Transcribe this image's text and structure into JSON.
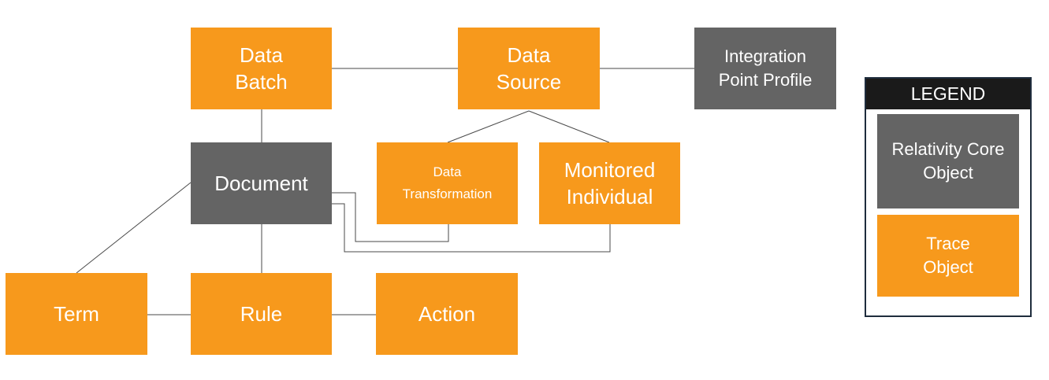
{
  "colors": {
    "trace_object": "#f7991c",
    "core_object": "#646464",
    "legend_header": "#1a1a1a",
    "connector": "#4a4a4a"
  },
  "nodes": {
    "data_batch": {
      "lines": [
        "Data",
        "Batch"
      ],
      "kind": "trace"
    },
    "data_source": {
      "lines": [
        "Data",
        "Source"
      ],
      "kind": "trace"
    },
    "integration_point": {
      "lines": [
        "Integration",
        "Point Profile"
      ],
      "kind": "core"
    },
    "document": {
      "lines": [
        "Document"
      ],
      "kind": "core"
    },
    "data_transformation": {
      "lines": [
        "Data",
        "Transformation"
      ],
      "kind": "trace"
    },
    "monitored_individual": {
      "lines": [
        "Monitored",
        "Individual"
      ],
      "kind": "trace"
    },
    "term": {
      "lines": [
        "Term"
      ],
      "kind": "trace"
    },
    "rule": {
      "lines": [
        "Rule"
      ],
      "kind": "trace"
    },
    "action": {
      "lines": [
        "Action"
      ],
      "kind": "trace"
    }
  },
  "connections": [
    [
      "data_batch",
      "data_source"
    ],
    [
      "data_source",
      "integration_point"
    ],
    [
      "data_batch",
      "document"
    ],
    [
      "data_source",
      "data_transformation"
    ],
    [
      "data_source",
      "monitored_individual"
    ],
    [
      "document",
      "data_transformation"
    ],
    [
      "document",
      "monitored_individual"
    ],
    [
      "document",
      "term"
    ],
    [
      "document",
      "rule"
    ],
    [
      "term",
      "rule"
    ],
    [
      "rule",
      "action"
    ]
  ],
  "legend": {
    "title": "LEGEND",
    "core_label": [
      "Relativity Core",
      "Object"
    ],
    "trace_label": [
      "Trace",
      "Object"
    ]
  }
}
